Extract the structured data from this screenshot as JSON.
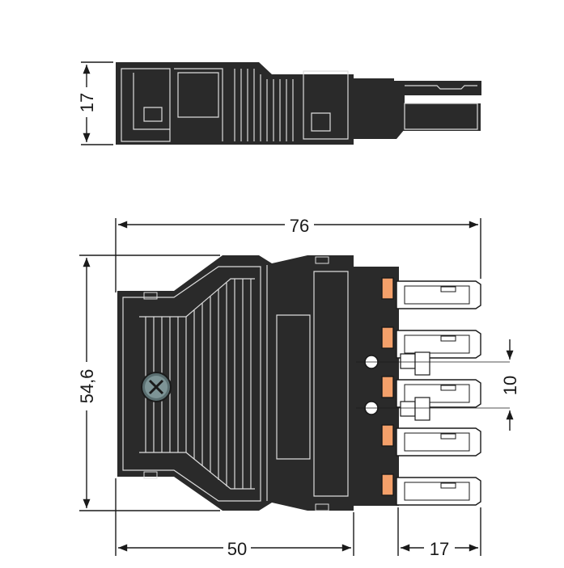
{
  "dimensions": {
    "side_height": "17",
    "overall_width": "76",
    "overall_height": "54,6",
    "body_width": "50",
    "pin_length": "17",
    "pin_pitch": "10"
  },
  "colors": {
    "body": "#2a2a2a",
    "pin_highlight": "#f4a06a",
    "dimension": "#1a1a1a"
  },
  "views": [
    "side-view",
    "front-view"
  ]
}
